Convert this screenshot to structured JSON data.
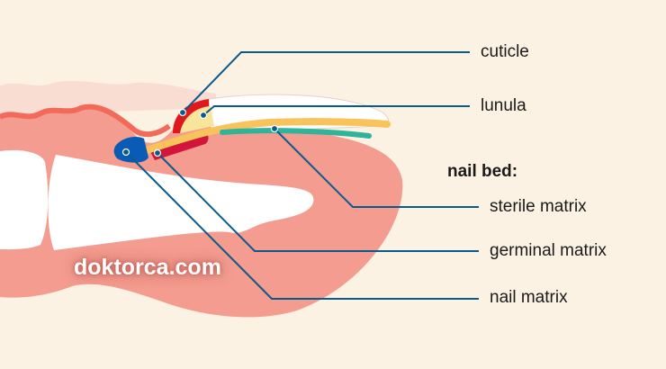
{
  "labels": {
    "cuticle": "cuticle",
    "lunula": "lunula",
    "nail_bed_heading": "nail bed:",
    "sterile_matrix": "sterile matrix",
    "germinal_matrix": "germinal matrix",
    "nail_matrix": "nail matrix"
  },
  "watermark": "doktorca.com",
  "colors": {
    "background": "#fcf2e3",
    "skin": "#f39c8f",
    "leader_line": "#0c5a8c",
    "cuticle": "#e0181c",
    "lunula": "#f8e49a",
    "nail_bed": "#f8c35a",
    "sterile_matrix": "#2fb39a",
    "germinal_matrix": "#d2153a",
    "nail_matrix": "#0a5bb5"
  }
}
